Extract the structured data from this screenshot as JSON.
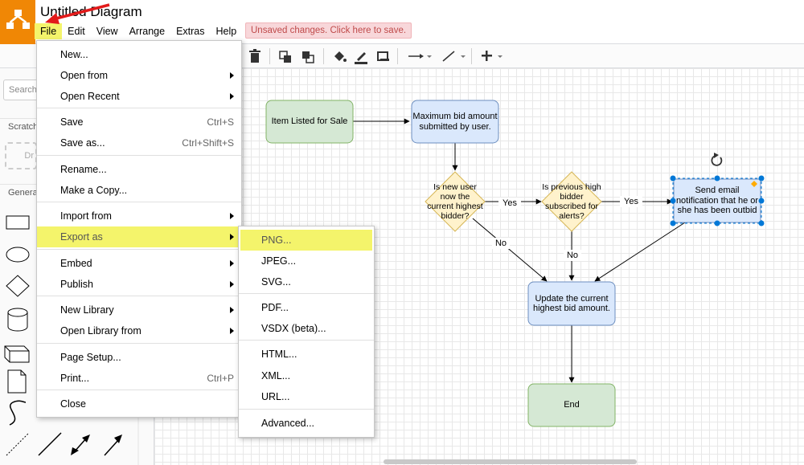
{
  "app": {
    "doc_title": "Untitled Diagram",
    "unsaved_notice": "Unsaved changes. Click here to save.",
    "colors": {
      "logo": "#f08705",
      "highlight": "#f4f46b",
      "annotation_arrow": "#e21a1a"
    }
  },
  "menubar": [
    "File",
    "Edit",
    "View",
    "Arrange",
    "Extras",
    "Help"
  ],
  "sidebar": {
    "search_placeholder": "Search",
    "scratchpad_title": "Scratch",
    "scratchpad_hint": "Dr",
    "general_title": "Genera"
  },
  "file_menu": {
    "items": [
      {
        "label": "New...",
        "shortcut": "",
        "submenu": false
      },
      {
        "label": "Open from",
        "shortcut": "",
        "submenu": true
      },
      {
        "label": "Open Recent",
        "shortcut": "",
        "submenu": true
      },
      {
        "label": "Save",
        "shortcut": "Ctrl+S",
        "submenu": false
      },
      {
        "label": "Save as...",
        "shortcut": "Ctrl+Shift+S",
        "submenu": false
      },
      {
        "label": "Rename...",
        "shortcut": "",
        "submenu": false
      },
      {
        "label": "Make a Copy...",
        "shortcut": "",
        "submenu": false
      },
      {
        "label": "Import from",
        "shortcut": "",
        "submenu": true
      },
      {
        "label": "Export as",
        "shortcut": "",
        "submenu": true
      },
      {
        "label": "Embed",
        "shortcut": "",
        "submenu": true
      },
      {
        "label": "Publish",
        "shortcut": "",
        "submenu": true
      },
      {
        "label": "New Library",
        "shortcut": "",
        "submenu": true
      },
      {
        "label": "Open Library from",
        "shortcut": "",
        "submenu": true
      },
      {
        "label": "Page Setup...",
        "shortcut": "",
        "submenu": false
      },
      {
        "label": "Print...",
        "shortcut": "Ctrl+P",
        "submenu": false
      },
      {
        "label": "Close",
        "shortcut": "",
        "submenu": false
      }
    ]
  },
  "export_menu": {
    "items": [
      "PNG...",
      "JPEG...",
      "SVG...",
      "PDF...",
      "VSDX (beta)...",
      "HTML...",
      "XML...",
      "URL...",
      "Advanced..."
    ]
  },
  "diagram": {
    "nodes": {
      "item_listed": "Item Listed for Sale",
      "max_bid": "Maximum bid amount submitted by user.",
      "new_user": "Is new user now the current highest bidder?",
      "prev_high": "Is previous high bidder subscribed for alerts?",
      "send_email": "Send email notification that he or she has been outbid",
      "update_bid": "Update the current highest bid amount.",
      "end": "End"
    },
    "edge_labels": {
      "yes1": "Yes",
      "yes2": "Yes",
      "no1": "No",
      "no2": "No"
    },
    "colors": {
      "green_fill": "#d5e8d4",
      "green_stroke": "#82b366",
      "blue_fill": "#dae8fc",
      "blue_stroke": "#6c8ebf",
      "yellow_fill": "#fff2cc",
      "yellow_stroke": "#d6b656",
      "selection": "#0078d7"
    }
  }
}
